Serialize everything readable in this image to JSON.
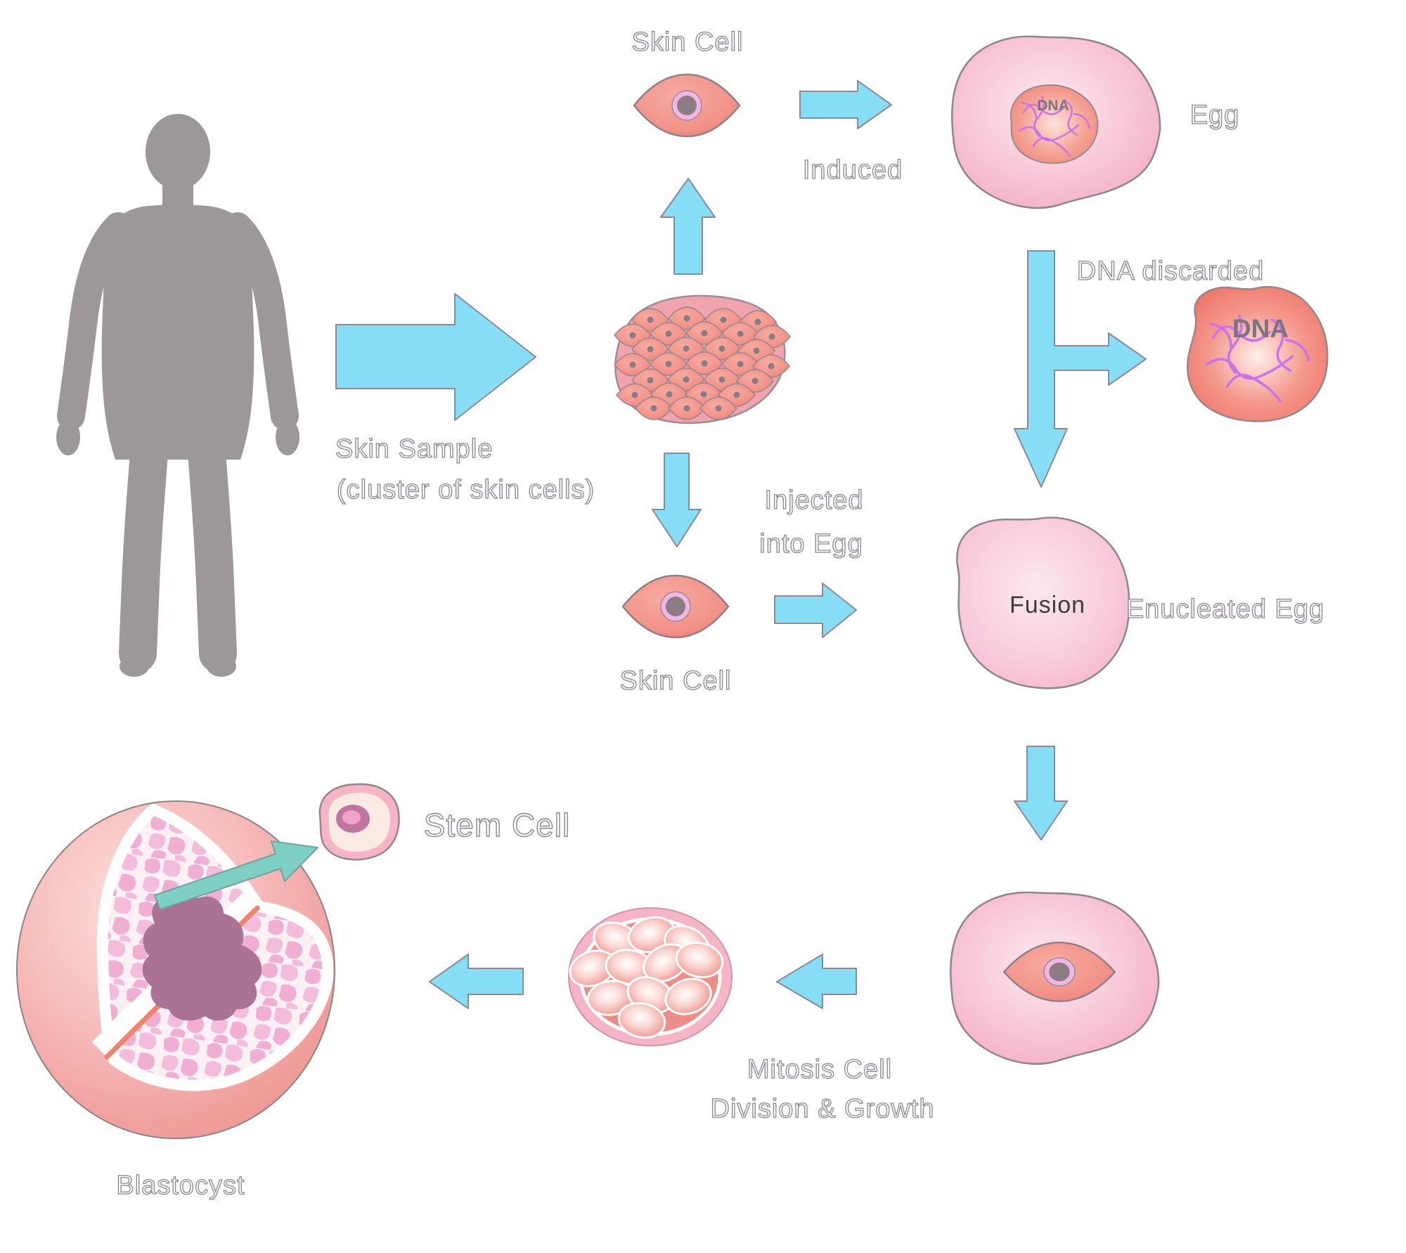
{
  "labels": {
    "skin_cell_top": "Skin Cell",
    "induced": "Induced",
    "egg": "Egg",
    "dna_nucleus": "DNA",
    "dna_discarded": "DNA discarded",
    "dna_blob": "DNA",
    "skin_sample_1": "Skin Sample",
    "skin_sample_2": "(cluster of skin cells)",
    "injected_1": "Injected",
    "injected_2": "into Egg",
    "skin_cell_bottom": "Skin Cell",
    "fusion": "Fusion",
    "enucleated_egg": "Enucleated Egg",
    "mitosis_1": "Mitosis Cell",
    "mitosis_2": "Division & Growth",
    "stem_cell": "Stem Cell",
    "blastocyst": "Blastocyst"
  },
  "colors": {
    "arrow_blue": "#86DEF6",
    "arrow_teal": "#7ED0C5",
    "silhouette_gray": "#9C9899",
    "cell_salmon": "#EF7F75",
    "cell_nucleus_gray": "#8B7D83",
    "nucleus_ring_pink": "#F0B6E4",
    "egg_pink": "#F4ABC5",
    "dna_purple": "#CB74E7",
    "fusion_pink": "#F6BAD1",
    "morula_red": "#EE8C88",
    "morula_rim_pink": "#F6B4C7",
    "blastocyst_pink": "#ED8F8D",
    "mosaic_pink": "#F0AED2",
    "inner_cell_mass": "#AA7394",
    "orange_line": "#F08368",
    "stem_cell_pink": "#F6B4C6",
    "text_outline": "#8D8591",
    "fusion_text": "#3C3C3E",
    "dna_text": "#7B7580"
  },
  "shapes": [
    "human-silhouette",
    "skin-sample-cluster",
    "skin-cell",
    "egg",
    "dna-blob",
    "enucleated-egg",
    "fused-cell",
    "morula",
    "blastocyst",
    "stem-cell"
  ]
}
